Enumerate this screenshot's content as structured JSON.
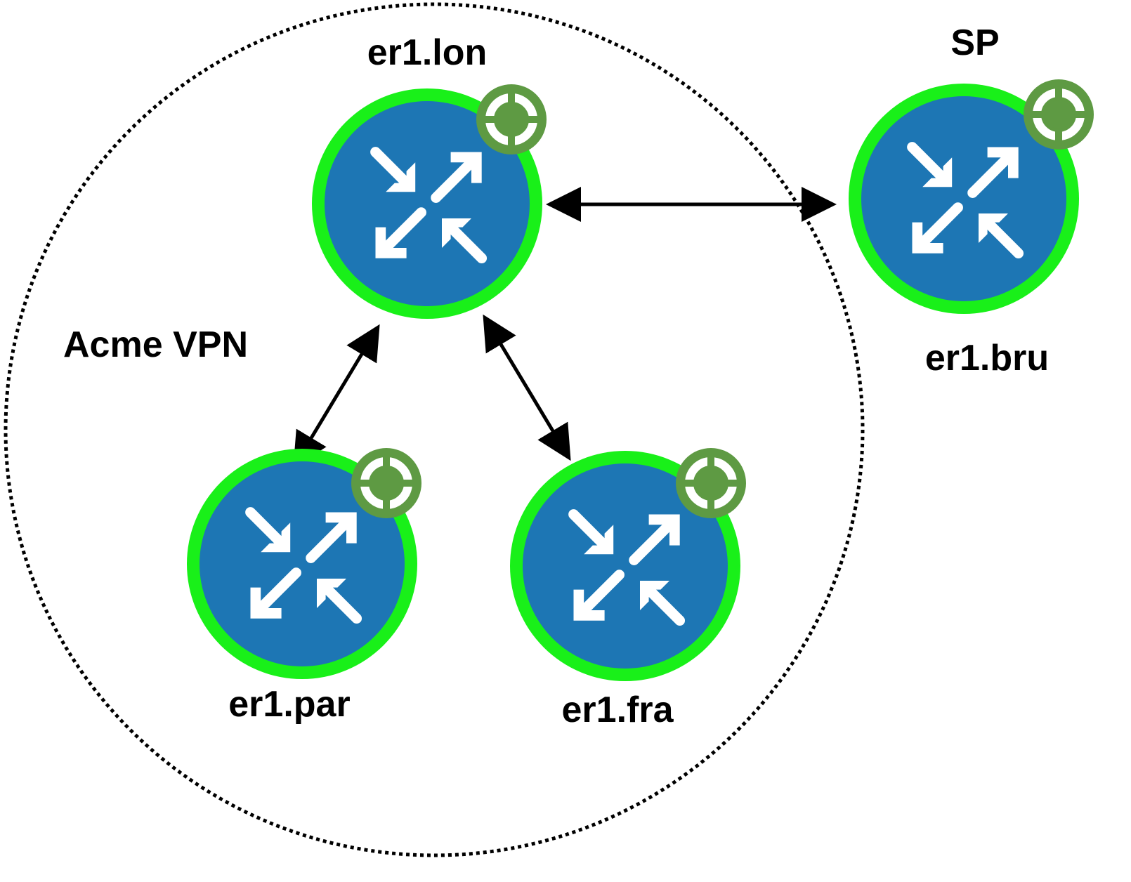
{
  "diagram": {
    "type": "network-topology",
    "colors": {
      "router_fill": "#1d76b4",
      "status_ring": "#19f019",
      "badge_fill": "#5e9a43",
      "badge_glyph": "#ffffff",
      "arrow": "#000000",
      "boundary": "#000000"
    },
    "groups": [
      {
        "id": "acme",
        "label": "Acme VPN",
        "boundary": "dotted",
        "members": [
          "lon",
          "par",
          "fra"
        ]
      },
      {
        "id": "sp",
        "label": "SP",
        "members": [
          "bru"
        ]
      }
    ],
    "nodes": [
      {
        "id": "lon",
        "label": "er1.lon",
        "icon": "router-icon",
        "status": "up",
        "badge": "target-icon",
        "label_position": "above"
      },
      {
        "id": "bru",
        "label": "er1.bru",
        "icon": "router-icon",
        "status": "up",
        "badge": "target-icon",
        "label_position": "below"
      },
      {
        "id": "par",
        "label": "er1.par",
        "icon": "router-icon",
        "status": "up",
        "badge": "target-icon",
        "label_position": "below"
      },
      {
        "id": "fra",
        "label": "er1.fra",
        "icon": "router-icon",
        "status": "up",
        "badge": "target-icon",
        "label_position": "below"
      }
    ],
    "links": [
      {
        "from": "lon",
        "to": "bru",
        "direction": "bidirectional"
      },
      {
        "from": "lon",
        "to": "par",
        "direction": "bidirectional"
      },
      {
        "from": "lon",
        "to": "fra",
        "direction": "bidirectional"
      }
    ]
  }
}
